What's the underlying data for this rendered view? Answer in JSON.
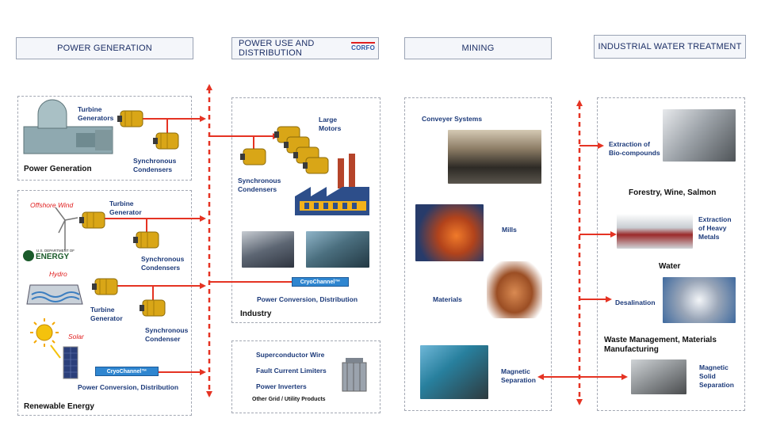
{
  "headers": {
    "power_generation": "POWER GENERATION",
    "power_use": "POWER USE AND DISTRIBUTION",
    "mining": "MINING",
    "water": "INDUSTRIAL WATER TREATMENT",
    "corfo": "CORFO"
  },
  "power_gen": {
    "turbine_generators": "Turbine\nGenerators",
    "synchronous_condensers": "Synchronous\nCondensers",
    "title": "Power Generation"
  },
  "renewable": {
    "offshore_wind": "Offshore Wind",
    "energy_small": "U.S. DEPARTMENT OF",
    "energy": "ENERGY",
    "turbine_generator_1": "Turbine\nGenerator",
    "synchronous_condensers": "Synchronous\nCondensers",
    "hydro": "Hydro",
    "turbine_generator_2": "Turbine\nGenerator",
    "synchronous_condenser": "Synchronous\nCondenser",
    "solar": "Solar",
    "cryochannel": "CryoChannel™",
    "conversion": "Power Conversion, Distribution",
    "title": "Renewable Energy"
  },
  "industry": {
    "large_motors": "Large\nMotors",
    "synchronous_condensers": "Synchronous\nCondensers",
    "cryochannel": "CryoChannel™",
    "conversion": "Power Conversion, Distribution",
    "title": "Industry"
  },
  "grid": {
    "wire": "Superconductor Wire",
    "limiters": "Fault Current Limiters",
    "inverters": "Power Inverters",
    "other": "Other Grid / Utility Products"
  },
  "mining": {
    "conveyer": "Conveyer Systems",
    "mills": "Mills",
    "materials": "Materials",
    "magnetic": "Magnetic\nSeparation"
  },
  "water": {
    "bio": "Extraction of\nBio-compounds",
    "forestry": "Forestry, Wine, Salmon",
    "metals": "Extraction\nof Heavy\nMetals",
    "water": "Water",
    "desal": "Desalination",
    "waste": "Waste Management, Materials\nManufacturing",
    "magnetic_solid": "Magnetic\nSolid\nSeparation"
  },
  "colors": {
    "arrow": "#e53323",
    "header_text": "#1c2f66",
    "label": "#1c3a7a",
    "cryo": "#2f86d0"
  }
}
